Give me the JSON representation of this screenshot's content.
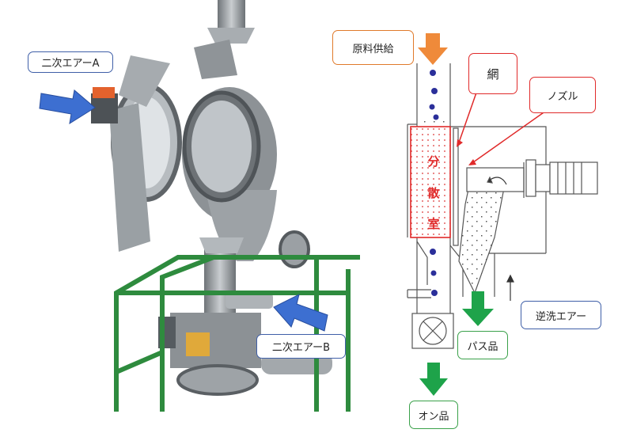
{
  "labels": {
    "secondary_air_a": "二次エアーA",
    "secondary_air_b": "二次エアーB",
    "raw_material_supply": "原料供給",
    "mesh": "網",
    "nozzle": "ノズル",
    "dispersion_chamber": [
      "分",
      "散",
      "室"
    ],
    "backwash_air": "逆洗エアー",
    "pass_product": "パス品",
    "on_product": "オン品"
  },
  "colors": {
    "blue_arrow": "#3d6fd1",
    "orange_arrow": "#ef8a3a",
    "green_arrow": "#1ea34a",
    "red_line": "#e02a2a",
    "frame_green": "#2e8b3e"
  },
  "icons": [
    "fan-icon",
    "motor-icon",
    "valve-icon"
  ]
}
